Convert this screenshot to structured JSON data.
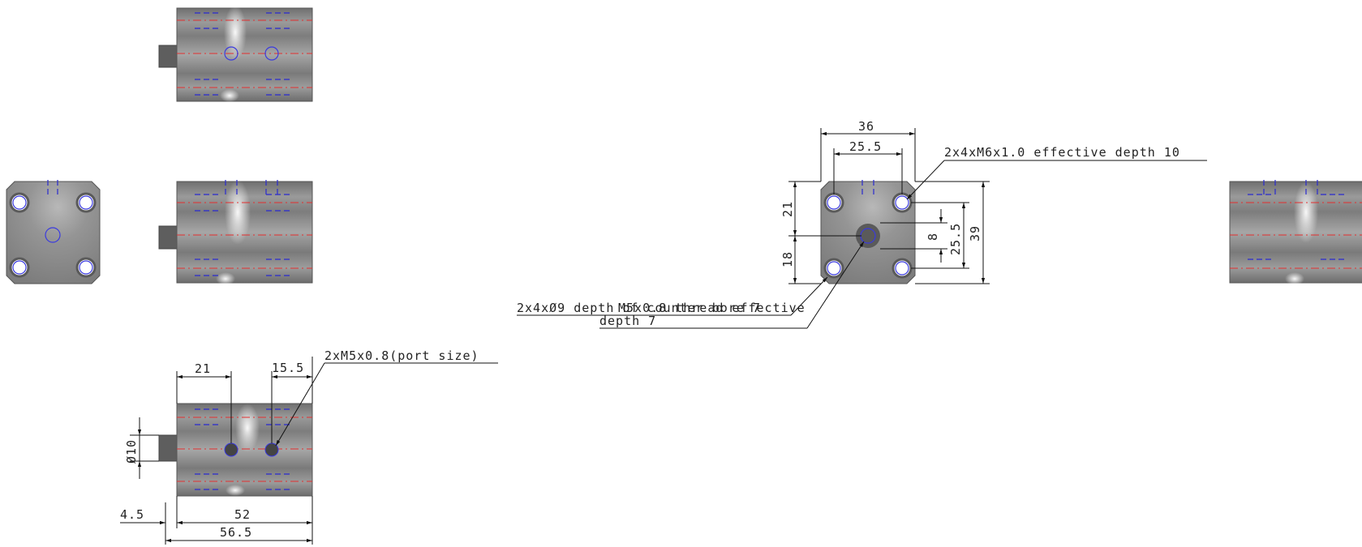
{
  "dimensions": {
    "bottom_port_spacing": "21",
    "bottom_port_offset": "15.5",
    "rod_diameter": "Ø10",
    "rod_extension": "4.5",
    "body_length": "52",
    "overall_length": "56.5",
    "front_width": "36",
    "front_hole_pitch_h": "25.5",
    "front_upper_height": "21",
    "front_lower_height": "18",
    "front_port_offset": "8",
    "front_hole_pitch_v": "25.5",
    "front_height": "39"
  },
  "callouts": {
    "port_size": "2xM5x0.8(port size)",
    "mounting_thread": "2x4xM6x1.0 effective depth 10",
    "counterbore": "2x4xØ9 depth of counter bore 7",
    "rod_thread_line1": "M5x0.8 thread effective",
    "rod_thread_line2": "depth 7"
  },
  "colors": {
    "body_fill": "#8a8a8a",
    "centerline": "#e23030",
    "hidden_line": "#2a2acf",
    "dimension_line": "#111111"
  }
}
